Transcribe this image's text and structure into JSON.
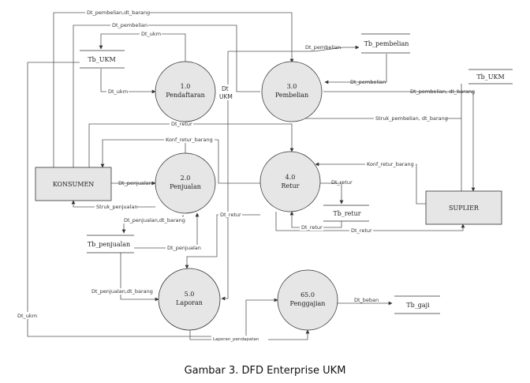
{
  "caption": "Gambar 3. DFD Enterprise UKM",
  "processes": {
    "p1": {
      "num": "1.0",
      "name": "Pendaftaran"
    },
    "p2": {
      "num": "2.0",
      "name": "Penjualan"
    },
    "p3": {
      "num": "3.0",
      "name": "Pembelian"
    },
    "p4": {
      "num": "4.0",
      "name": "Retur"
    },
    "p5": {
      "num": "5.0",
      "name": "Laporan"
    },
    "p6": {
      "num": "65.0",
      "name": "Penggajian"
    }
  },
  "entities": {
    "konsumen": "KONSUMEN",
    "suplier": "SUPLIER"
  },
  "stores": {
    "tb_ukm_left": "Tb_UKM",
    "tb_pembelian": "Tb_pembelian",
    "tb_ukm_right": "Tb_UKM",
    "tb_retur": "Tb_retur",
    "tb_penjualan": "Tb_penjualan",
    "tb_gaji": "Tb_gaji"
  },
  "flows": {
    "top1": "Dt_pembelian,dt_barang",
    "top2": "Dt_pembelian",
    "dt_ukm_top": "Dt_ukm",
    "dt_pembelian_store": "Dt_pembelian",
    "dt_ukm_to_p1": "Dt_ukm",
    "dt_ukm_mid_1": "Dt",
    "dt_ukm_mid_2": "UKM",
    "dt_pembelian_back": "Dt_pembelian",
    "dt_pemb_suplier": "Dt_pembelian, dt_barang",
    "struk_pembelian": "Struk_pembelian, dt_barang",
    "dt_retur_top": "Dt_retur",
    "konf_retur_left": "Konf_retur_barang",
    "konf_retur_right": "Konf_retur_barang",
    "dt_penjualan": "Dt_penjualan",
    "struk_penjualan": "Struk_penjualan",
    "dt_retur_p4": "Dt_retur",
    "dt_retur_mid": "Dt_retur",
    "dt_retur_bottom1": "Dt_retur",
    "dt_retur_bottom2": "Dt_retur",
    "dt_penj_barang1": "Dt_penjualan,dt_barang",
    "dt_penjualan_p2": "Dt_penjualan",
    "dt_penj_barang2": "Dt_penjualan,dt_barang",
    "dt_beban": "Dt_beban",
    "dt_ukm_left": "Dt_ukm",
    "laporan_pendapatan": "Laporan_pendapatan"
  }
}
